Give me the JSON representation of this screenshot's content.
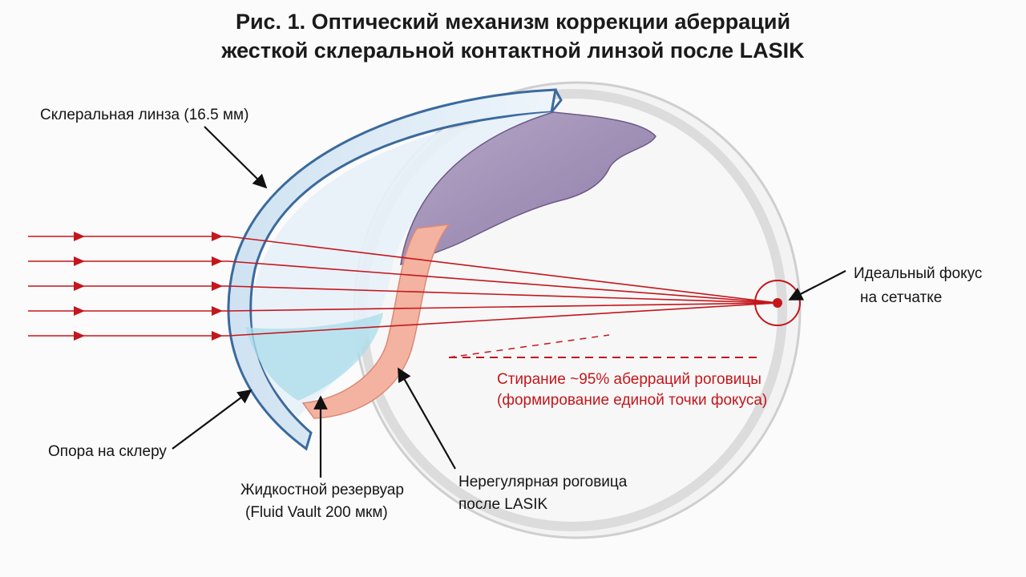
{
  "figure": {
    "title_line1": "Рис. 1. Оптический механизм коррекции аберраций",
    "title_line2": "жесткой склеральной контактной линзой после LASIK"
  },
  "labels": {
    "scleral_lens": "Склеральная линза (16.5 мм)",
    "scleral_support": "Опора на склеру",
    "fluid_vault_line1": "Жидкостной резервуар",
    "fluid_vault_line2": "(Fluid Vault 200 мкм)",
    "cornea_line1": "Нерегулярная роговица",
    "cornea_line2": "после LASIK",
    "focus_line1": "Идеальный фокус",
    "focus_line2": "на сетчатке",
    "correction_line1": "Стирание ~95% аберраций роговицы",
    "correction_line2": "(формирование единой точки фокуса)"
  },
  "colors": {
    "ray": "#c4161c",
    "lens_edge": "#3a6a9e",
    "lens_fill": "#dcebf6",
    "fluid": "#a9dcea",
    "cornea": "#f4b2a0",
    "iris": "#9f8ab4",
    "eye_shell": "#d9d9d9"
  },
  "rays": {
    "count": 5
  }
}
